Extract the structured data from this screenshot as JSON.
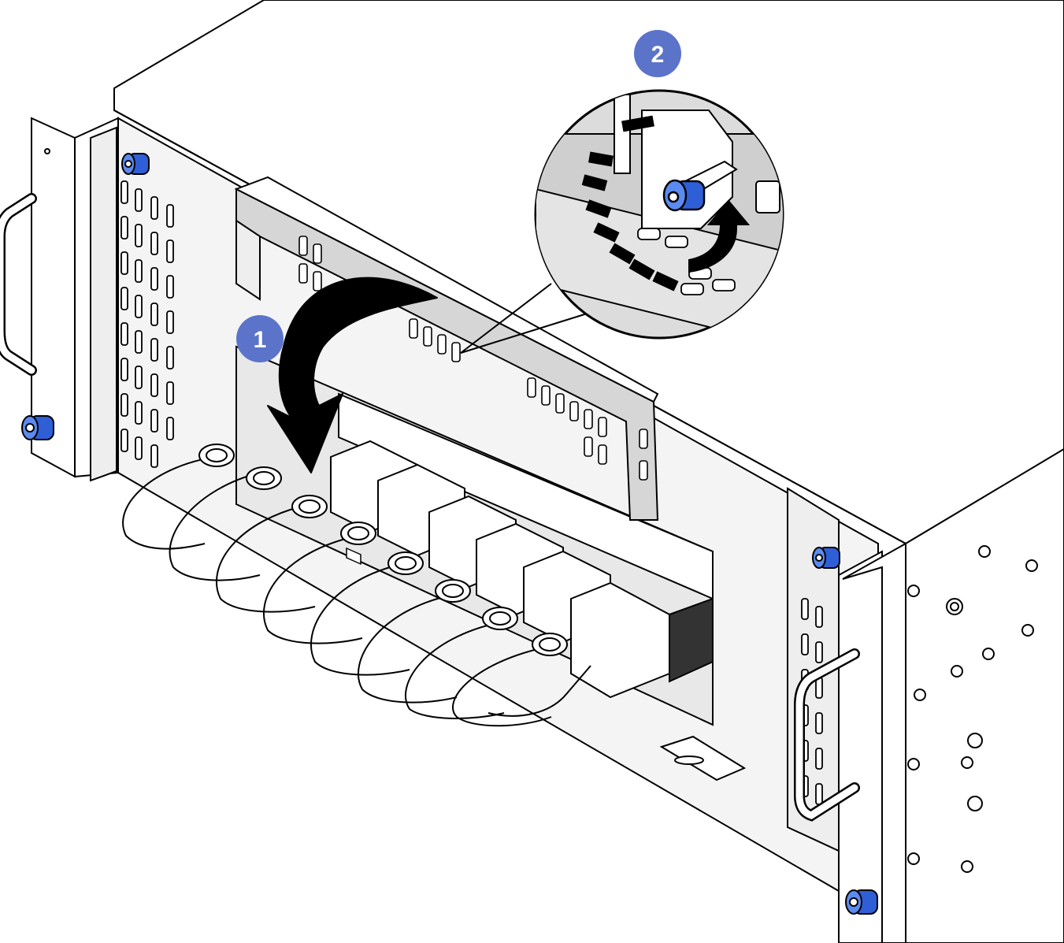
{
  "callouts": [
    {
      "id": "step-1",
      "label": "1"
    },
    {
      "id": "step-2",
      "label": "2"
    }
  ],
  "colors": {
    "callout_fill": "#5b73c9",
    "thumbscrew_blue": "#2f5fd6",
    "metal_face": "#ffffff",
    "metal_shade": "#dcdcdc",
    "line": "#000000"
  },
  "icons": {
    "rotate_arrow": "curved-arrow-down-icon",
    "turn_arrow": "rotate-clockwise-icon",
    "screw": "thumbscrew-icon"
  }
}
